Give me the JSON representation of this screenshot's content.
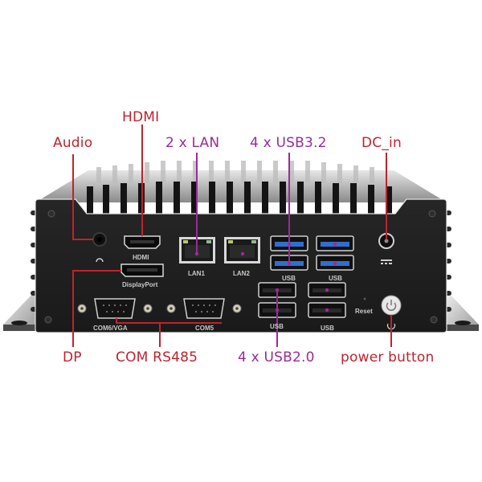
{
  "callouts": {
    "audio": "Audio",
    "hdmi": "HDMI",
    "lan": "2 x LAN",
    "usb32": "4 x USB3.2",
    "dc_in": "DC_in",
    "dp": "DP",
    "com": "COM RS485",
    "usb20": "4 x USB2.0",
    "power": "power button"
  },
  "panel_labels": {
    "hdmi": "HDMI",
    "displayport": "DisplayPort",
    "lan1": "LAN1",
    "lan2": "LAN2",
    "usb_top_left": "USB",
    "usb_top_right": "USB",
    "usb_bottom_left": "USB",
    "usb_bottom_right": "USB",
    "com6": "COM6/VGA",
    "com5": "COM5",
    "reset": "Reset"
  },
  "colors": {
    "callout_red": "#c0222e",
    "callout_purple": "#9a2a9a",
    "chassis": "#1e1e1e",
    "usb3_blue": "#2f6fd1"
  }
}
